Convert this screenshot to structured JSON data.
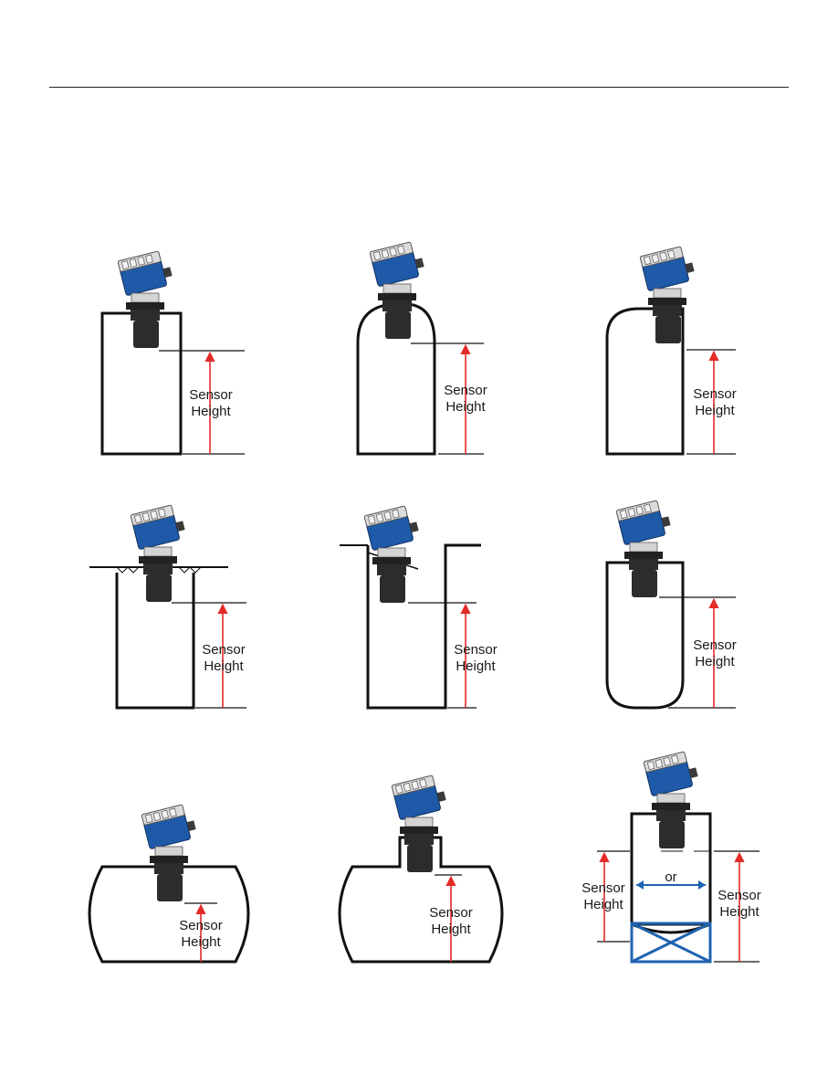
{
  "diagrams": {
    "sensor_height_label": [
      "Sensor",
      "Height"
    ],
    "or_label": "or"
  },
  "colors": {
    "arrow": "#e32b27",
    "tank_line": "#111111",
    "housing_blue": "#1f5aa8",
    "stand_blue": "#1f63b0",
    "sensor_body": "#2c2c2c"
  },
  "icons": [
    "ultrasonic-level-sensor-icon"
  ]
}
